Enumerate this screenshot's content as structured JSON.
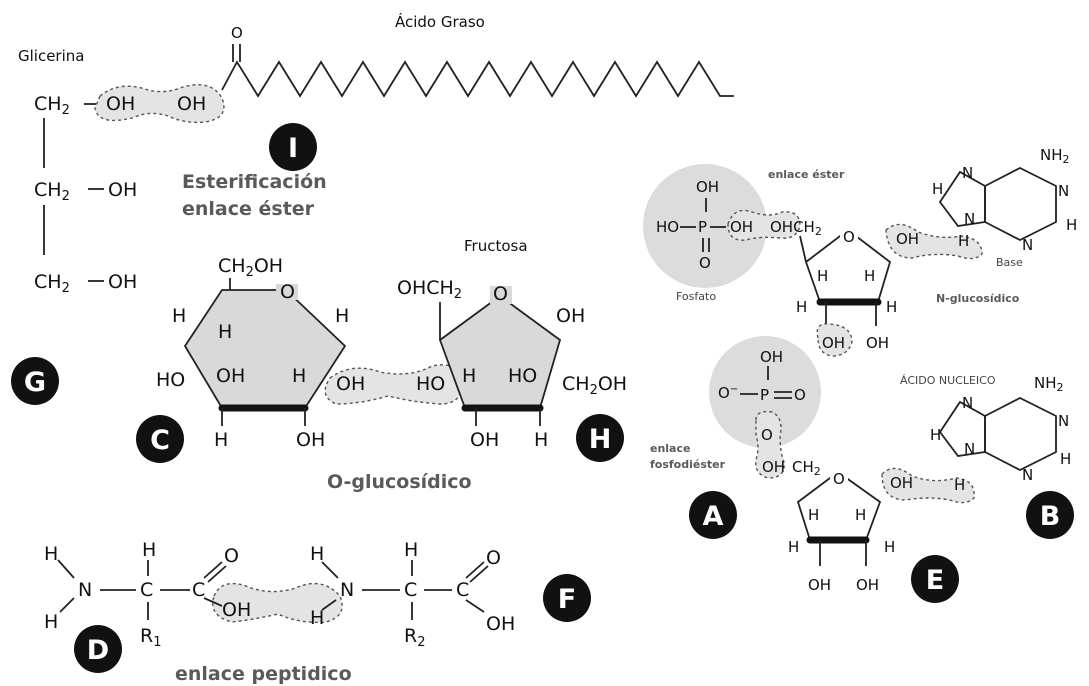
{
  "lipid": {
    "glicerina": "Glicerina",
    "acido_graso": "Ácido Graso",
    "o": "O",
    "ch2": "CH",
    "oh": "OH",
    "esterificacion": "Esterificación",
    "enlace_ester": "enlace éster"
  },
  "sugar": {
    "fructosa": "Fructosa",
    "ch2oh": "CH",
    "ohch2": "OHCH",
    "o": "O",
    "h": "H",
    "oh": "OH",
    "ho": "HO",
    "o_glucosidico": "O-glucosídico"
  },
  "peptide": {
    "h": "H",
    "n": "N",
    "c": "C",
    "o": "O",
    "r": "R",
    "oh": "OH",
    "enlace_peptidico": "enlace peptidico"
  },
  "nucleic": {
    "oh": "OH",
    "ho": "HO",
    "p": "P",
    "o": "O",
    "o_minus": "O",
    "enlace_ester": "enlace éster",
    "fosfato": "Fosfato",
    "base": "Base",
    "n_glucosidico": "N-glucosídico",
    "acido_nucleico": "ÁCIDO NUCLEICO",
    "enlace": "enlace",
    "fosfodiester": "fosfodiéster",
    "nh2": "NH",
    "n": "N",
    "h": "H",
    "ohch2": "OHCH",
    "ch2": "CH"
  },
  "badges": {
    "A": "A",
    "B": "B",
    "C": "C",
    "D": "D",
    "E": "E",
    "F": "F",
    "G": "G",
    "H": "H",
    "I": "I"
  }
}
